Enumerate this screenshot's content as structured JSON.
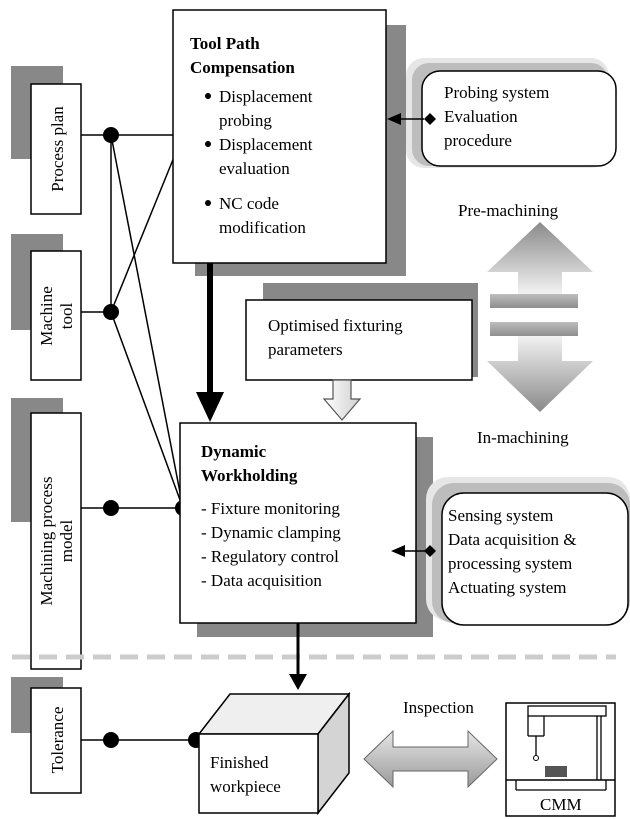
{
  "left_inputs": {
    "process_plan": "Process plan",
    "machine_tool": [
      "Machine",
      "tool"
    ],
    "machining_process_model": [
      "Machining process",
      "model"
    ],
    "tolerance": "Tolerance"
  },
  "tool_path_compensation": {
    "title": [
      "Tool Path",
      "Compensation"
    ],
    "items": [
      [
        "Displacement",
        "probing"
      ],
      [
        "Displacement",
        "evaluation"
      ],
      [
        "NC code",
        "modification"
      ]
    ]
  },
  "probing_box": {
    "lines": [
      "Probing system",
      "Evaluation",
      "procedure"
    ]
  },
  "phase_labels": {
    "pre": "Pre-machining",
    "in": "In-machining"
  },
  "fixturing_box": {
    "lines": [
      "Optimised fixturing",
      "parameters"
    ]
  },
  "dynamic_workholding": {
    "title": [
      "Dynamic",
      "Workholding"
    ],
    "items": [
      "- Fixture  monitoring",
      "- Dynamic clamping",
      "- Regulatory control",
      "- Data acquisition"
    ]
  },
  "sensing_box": {
    "lines": [
      "Sensing system",
      "Data acquisition &",
      "processing system",
      "Actuating system"
    ]
  },
  "finished_workpiece": [
    "Finished",
    "workpiece"
  ],
  "inspection_label": "Inspection",
  "cmm_label": "CMM"
}
